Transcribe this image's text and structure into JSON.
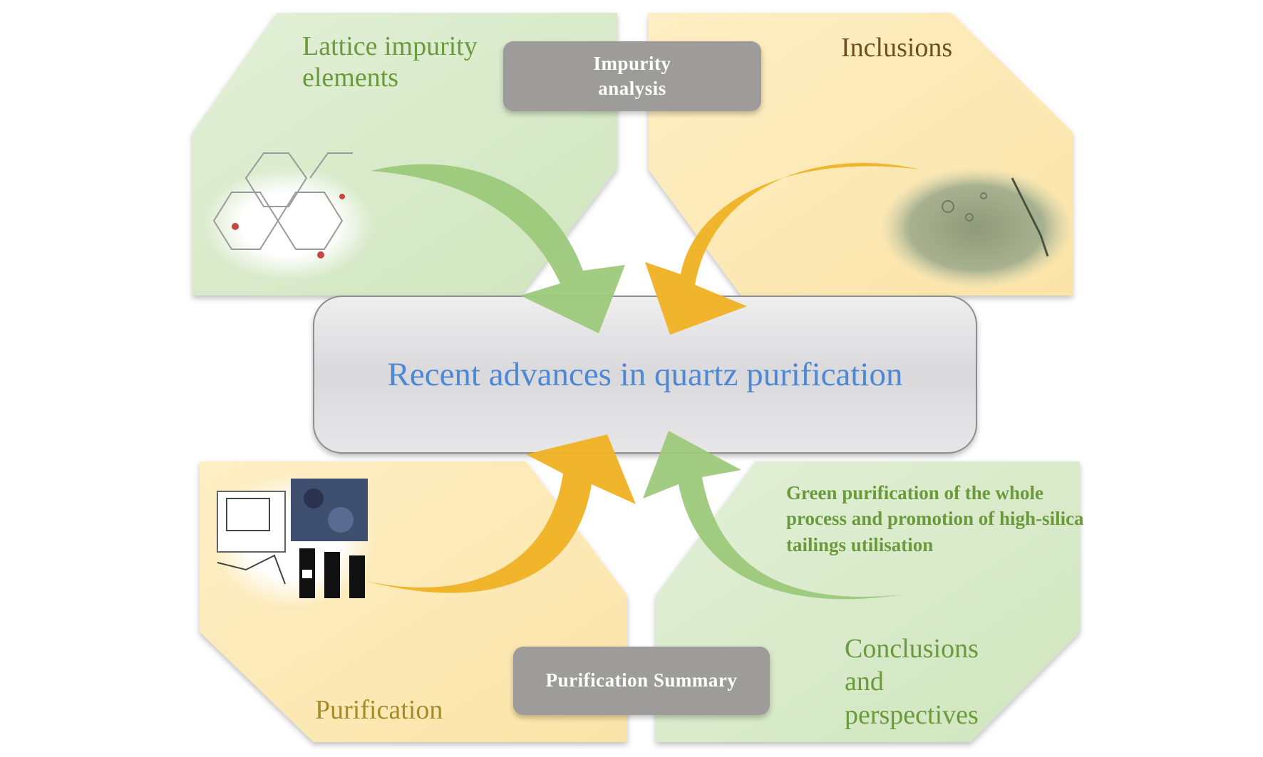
{
  "center_title": "Recent advances in quartz purification",
  "labels": {
    "impurity_analysis": [
      "Impurity",
      "analysis"
    ],
    "purification_summary": "Purification Summary"
  },
  "quadrants": {
    "top_left": {
      "title_lines": [
        "Lattice impurity",
        "elements"
      ]
    },
    "top_right": {
      "title": "Inclusions"
    },
    "bottom_left": {
      "title": "Purification"
    },
    "bottom_right": {
      "title_lines": [
        "Conclusions",
        "and",
        "perspectives"
      ],
      "note": "Green purification of the whole process and promotion of high-silica tailings utilisation"
    }
  },
  "colors": {
    "green_panel": "#d5e8c6",
    "yellow_panel": "#fce9b3",
    "green_arrow": "#9cc97a",
    "yellow_arrow": "#f0b326",
    "center_box": "#d9d9db",
    "label_pill": "#9e9c9b",
    "center_text": "#4d88d4",
    "green_text": "#6a9a3c",
    "brown_text": "#6e4f1e",
    "olive_text": "#a68b2a"
  }
}
